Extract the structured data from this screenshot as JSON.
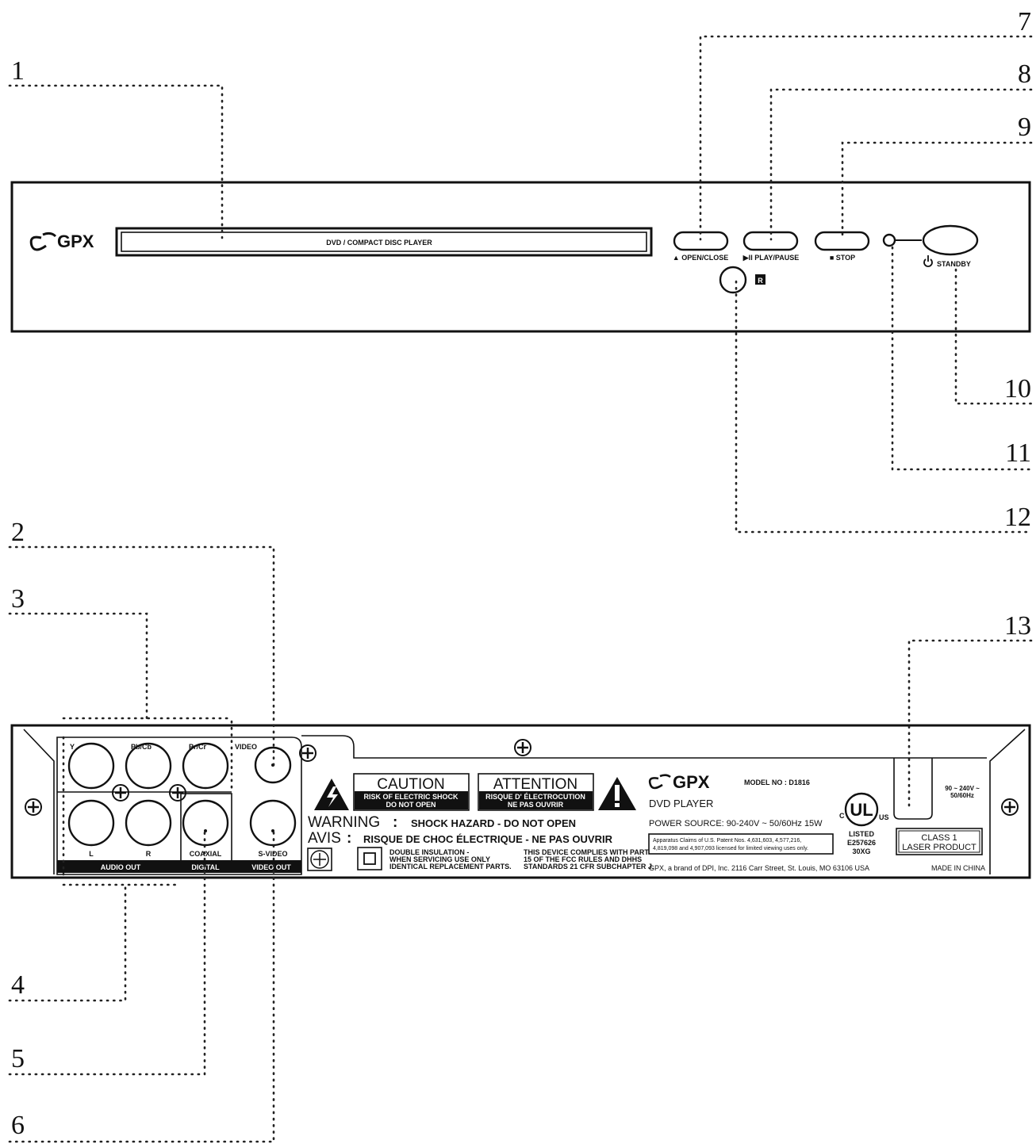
{
  "callouts": {
    "c1": "1",
    "c2": "2",
    "c3": "3",
    "c4": "4",
    "c5": "5",
    "c6": "6",
    "c7": "7",
    "c8": "8",
    "c9": "9",
    "c10": "10",
    "c11": "11",
    "c12": "12",
    "c13": "13"
  },
  "front": {
    "brand": "GPX",
    "disc_tray_label": "DVD / COMPACT DISC PLAYER",
    "open_close": "▲ OPEN/CLOSE",
    "play_pause": "▶II PLAY/PAUSE",
    "stop": "■ STOP",
    "standby": "STANDBY",
    "ir_mark": "R"
  },
  "rear": {
    "jack_y": "Y",
    "jack_pb": "Pb/Cb",
    "jack_pr": "Pr/Cr",
    "jack_video": "VIDEO",
    "jack_l": "L",
    "jack_r": "R",
    "jack_coaxial": "COAXIAL",
    "jack_svideo": "S-VIDEO",
    "section_audio_out": "AUDIO OUT",
    "section_digital": "DIGITAL",
    "section_video_out": "VIDEO OUT",
    "caution_title": "CAUTION",
    "caution_sub1": "RISK OF ELECTRIC SHOCK",
    "caution_sub2": "DO NOT OPEN",
    "attention_title": "ATTENTION",
    "attention_sub1": "RISQUE D' ÉLECTROCUTION",
    "attention_sub2": "NE PAS OUVRIR",
    "warning_label": "WARNING",
    "warning_text": "SHOCK HAZARD - DO NOT OPEN",
    "avis_label": "AVIS",
    "avis_text": "RISQUE DE CHOC ÉLECTRIQUE - NE PAS OUVRIR",
    "double_insulation_1": "DOUBLE INSULATION -",
    "double_insulation_2": "WHEN SERVICING USE ONLY",
    "double_insulation_3": "IDENTICAL REPLACEMENT PARTS.",
    "fcc_1": "THIS DEVICE COMPLIES WITH PART",
    "fcc_2": "15 OF THE FCC RULES AND DHHS",
    "fcc_3": "STANDARDS 21 CFR SUBCHAPTER J.",
    "brand": "GPX",
    "model_no": "MODEL NO : D1816",
    "product": "DVD PLAYER",
    "power_source": "POWER SOURCE: 90-240V ~ 50/60Hz  15W",
    "patent_1": "Apparatus Claims of U.S. Patent Nos. 4,631,603, 4,577,216,",
    "patent_2": "4,819,098 and 4,907,093 licensed for limited viewing uses only.",
    "address": "GPX, a brand of DPI, Inc.  2116 Carr Street, St. Louis, MO 63106 USA",
    "ul_listed": "LISTED",
    "ul_number": "E257626",
    "ul_code": "30XG",
    "ul_c": "C",
    "ul_us": "US",
    "voltage_1": "90 ~ 240V ~",
    "voltage_2": "50/60Hz",
    "laser_1": "CLASS 1",
    "laser_2": "LASER PRODUCT",
    "made_in": "MADE IN CHINA"
  }
}
